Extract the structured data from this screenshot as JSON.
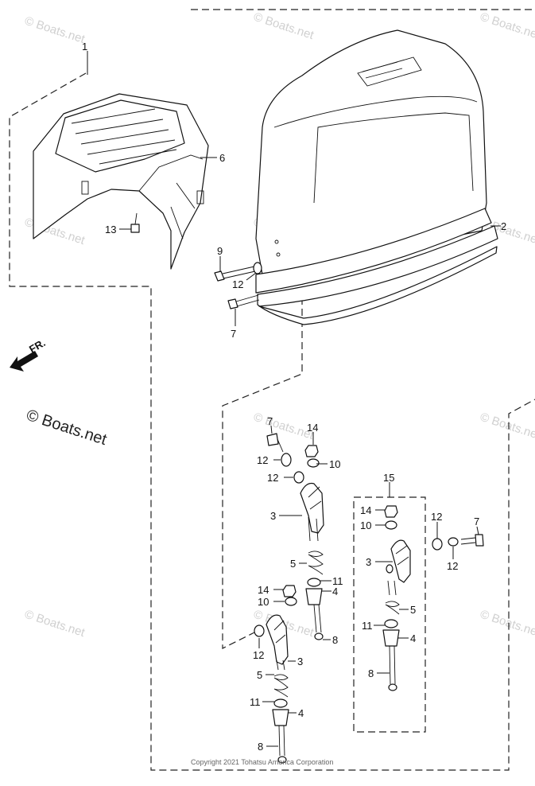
{
  "diagram": {
    "callouts": [
      {
        "id": "c1",
        "text": "1"
      },
      {
        "id": "c2",
        "text": "2"
      },
      {
        "id": "c6",
        "text": "6"
      },
      {
        "id": "c13",
        "text": "13"
      },
      {
        "id": "c9",
        "text": "9"
      },
      {
        "id": "c12a",
        "text": "12"
      },
      {
        "id": "c7a",
        "text": "7"
      },
      {
        "id": "c7b",
        "text": "7"
      },
      {
        "id": "c14a",
        "text": "14"
      },
      {
        "id": "c12b",
        "text": "12"
      },
      {
        "id": "c10a",
        "text": "10"
      },
      {
        "id": "c12c",
        "text": "12"
      },
      {
        "id": "c3a",
        "text": "3"
      },
      {
        "id": "c5a",
        "text": "5"
      },
      {
        "id": "c11a",
        "text": "11"
      },
      {
        "id": "c14b",
        "text": "14"
      },
      {
        "id": "c4a",
        "text": "4"
      },
      {
        "id": "c10b",
        "text": "10"
      },
      {
        "id": "c8a",
        "text": "8"
      },
      {
        "id": "c12d",
        "text": "12"
      },
      {
        "id": "c3b",
        "text": "3"
      },
      {
        "id": "c5b",
        "text": "5"
      },
      {
        "id": "c11b",
        "text": "11"
      },
      {
        "id": "c4b",
        "text": "4"
      },
      {
        "id": "c8b",
        "text": "8"
      },
      {
        "id": "c15",
        "text": "15"
      },
      {
        "id": "c14c",
        "text": "14"
      },
      {
        "id": "c10c",
        "text": "10"
      },
      {
        "id": "c3c",
        "text": "3"
      },
      {
        "id": "c5c",
        "text": "5"
      },
      {
        "id": "c11c",
        "text": "11"
      },
      {
        "id": "c4c",
        "text": "4"
      },
      {
        "id": "c8c",
        "text": "8"
      },
      {
        "id": "c12e",
        "text": "12"
      },
      {
        "id": "c7c",
        "text": "7"
      },
      {
        "id": "c12f",
        "text": "12"
      }
    ],
    "direction_label": "FR.",
    "watermark_main": "© Boats.net",
    "watermark_small": "© Boats.net",
    "copyright": "Copyright 2021 Tohatsu America Corporation"
  }
}
